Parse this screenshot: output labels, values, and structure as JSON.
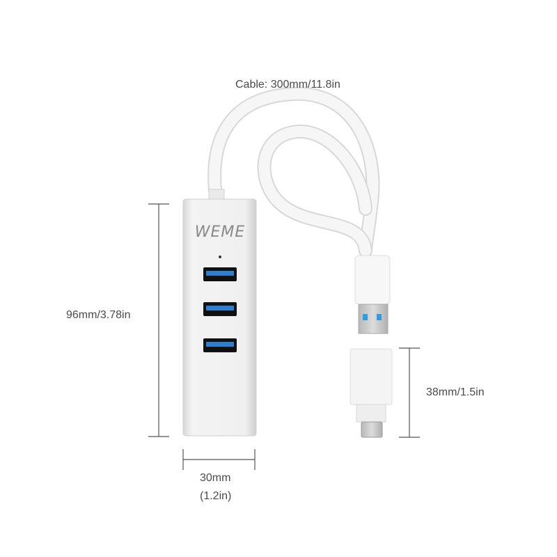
{
  "labels": {
    "cable": "Cable: 300mm/11.8in",
    "height": "96mm/3.78in",
    "width_mm": "30mm",
    "width_in": "(1.2in)",
    "adapter": "38mm/1.5in"
  },
  "hub": {
    "brand": "WEME",
    "port_count": 3,
    "port_color": "#2f7fd0"
  },
  "colors": {
    "dimension_line": "#555555",
    "label_text": "#4a4a4a",
    "cable": "#f4f4f4",
    "hub_body": "#eeeeee"
  }
}
